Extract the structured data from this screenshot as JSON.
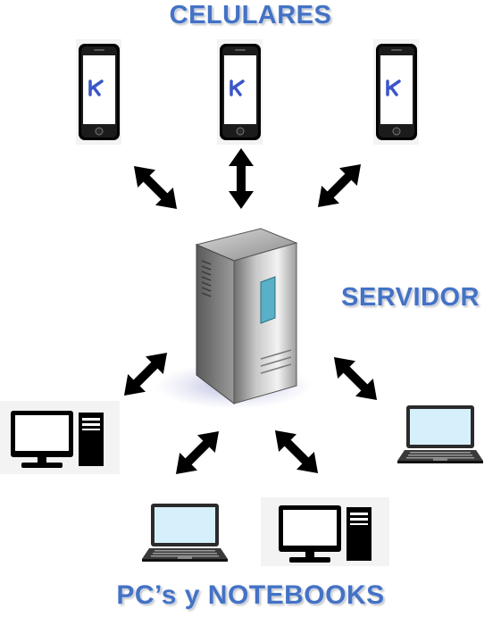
{
  "labels": {
    "top": "CELULARES",
    "right": "SERVIDOR",
    "bottom": "PC’s y NOTEBOOKS"
  },
  "icons": {
    "phone": "smartphone-icon",
    "server": "server-tower-icon",
    "desktop": "desktop-computer-icon",
    "laptop": "laptop-icon",
    "arrow": "double-arrow-icon"
  },
  "colors": {
    "label": "#4472c4",
    "screen": "#d6f0fb",
    "phone_logo": "#3a56c8",
    "arrow": "#000000"
  }
}
